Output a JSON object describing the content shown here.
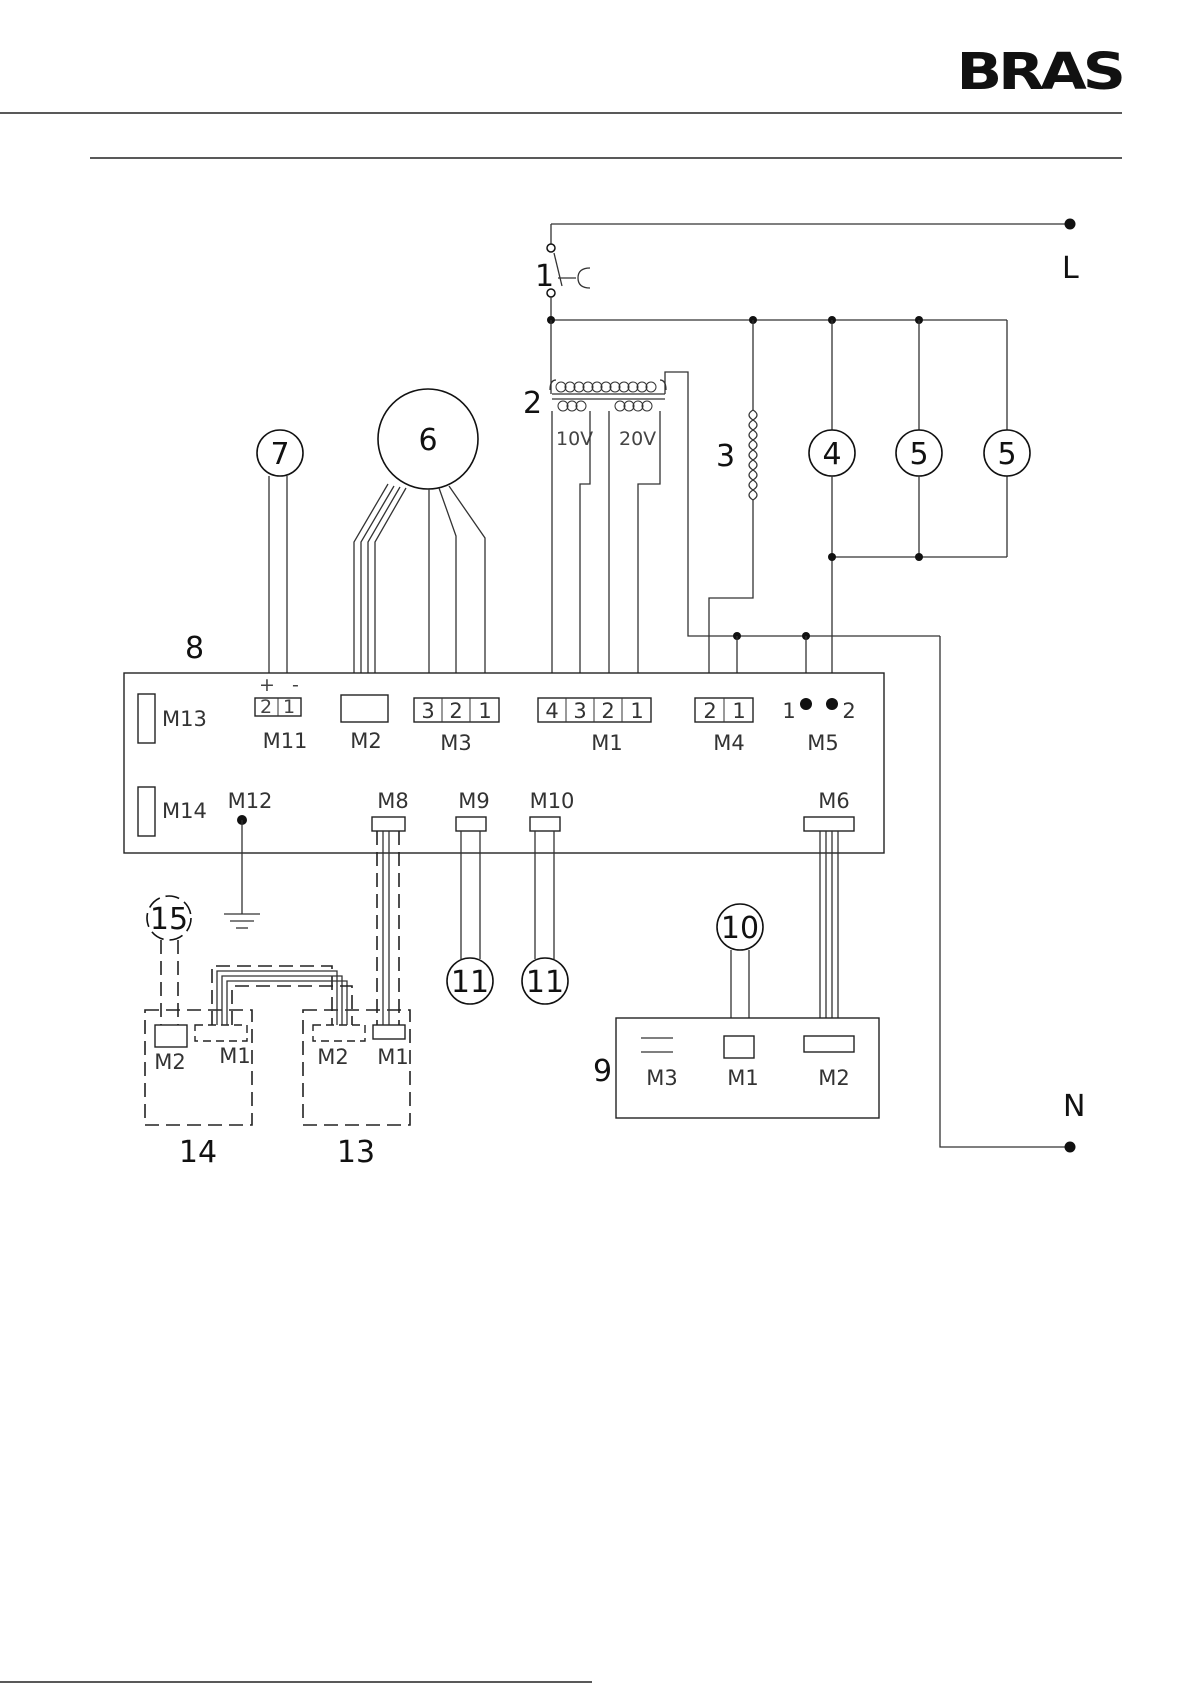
{
  "brand": {
    "logo_text": "BRAS"
  },
  "diagram": {
    "terminals": {
      "line": "L",
      "neutral": "N"
    },
    "components": {
      "c1": "1",
      "c2": "2",
      "c3": "3",
      "c4": "4",
      "c5a": "5",
      "c5b": "5",
      "c6": "6",
      "c7": "7",
      "c8": "8",
      "c9": "9",
      "c10": "10",
      "c11a": "11",
      "c11b": "11",
      "c13": "13",
      "c14": "14",
      "c15": "15"
    },
    "transformer_taps": {
      "low": "10V",
      "high": "20V"
    },
    "board8": {
      "connectors": {
        "m13": "M13",
        "m14": "M14",
        "m11": "M11",
        "m12": "M12",
        "m2": "M2",
        "m3": "M3",
        "m1": "M1",
        "m4": "M4",
        "m5": "M5",
        "m8": "M8",
        "m9": "M9",
        "m10": "M10",
        "m6": "M6"
      },
      "m11_polarity": {
        "plus": "+",
        "minus": "-"
      },
      "pins": {
        "m11": [
          "2",
          "1"
        ],
        "m3": [
          "3",
          "2",
          "1"
        ],
        "m1": [
          "4",
          "3",
          "2",
          "1"
        ],
        "m4": [
          "2",
          "1"
        ],
        "m5": [
          "1",
          "2"
        ]
      }
    },
    "board9": {
      "connectors": {
        "m3": "M3",
        "m1": "M1",
        "m2": "M2"
      }
    },
    "module13": {
      "connectors": {
        "m2": "M2",
        "m1": "M1"
      }
    },
    "module14": {
      "connectors": {
        "m2": "M2",
        "m1": "M1"
      }
    }
  }
}
